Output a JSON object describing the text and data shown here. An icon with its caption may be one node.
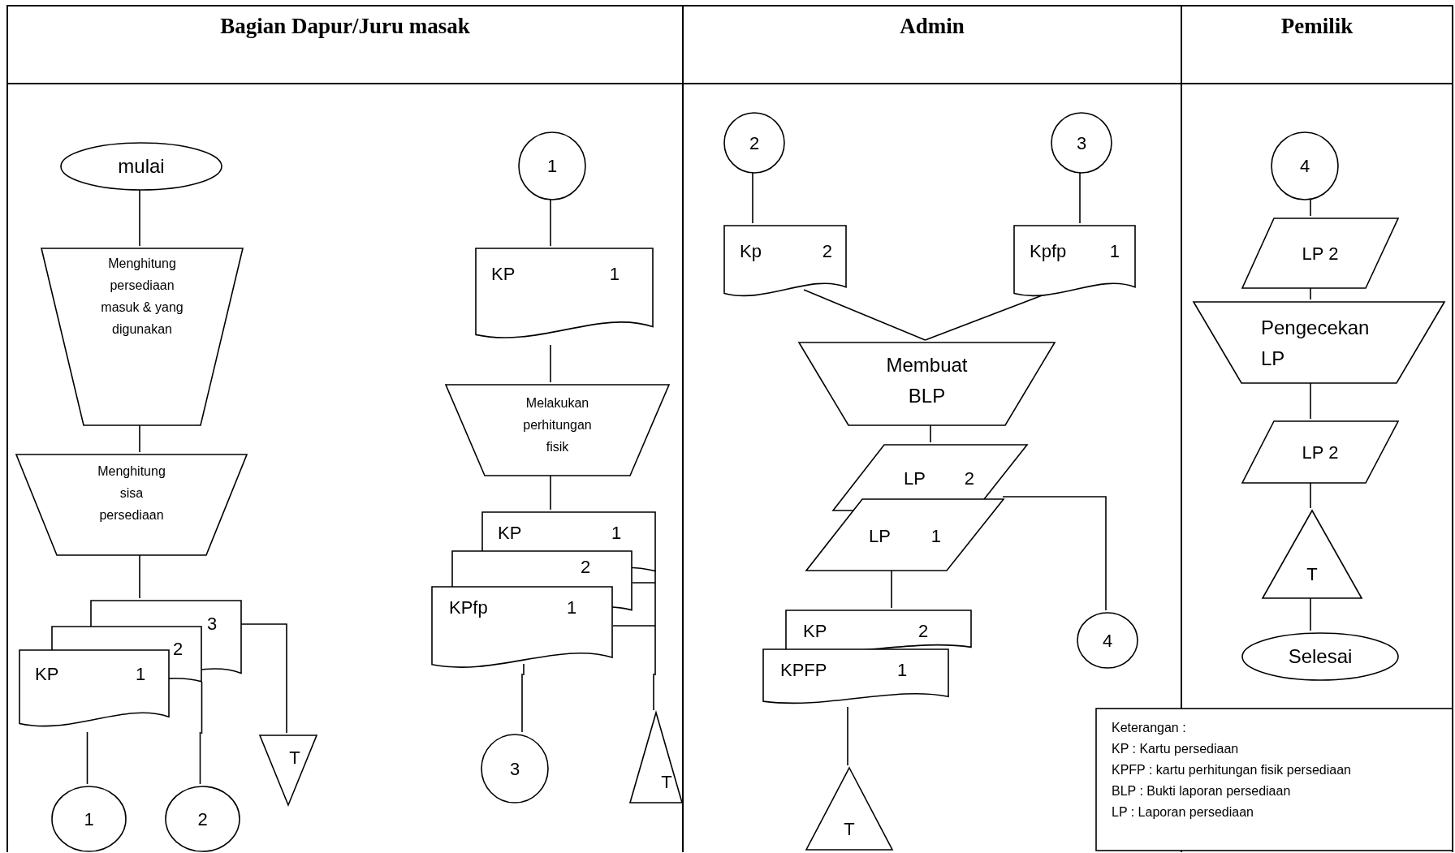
{
  "diagram": {
    "nodes": [
      {
        "text": [
          "Bagian Dapur/Juru masak"
        ]
      },
      {
        "text": [
          "Admin"
        ]
      },
      {
        "text": [
          "Pemilik"
        ]
      },
      {
        "text": [
          "mulai"
        ],
        "in": 0
      },
      {
        "text": [
          "Menghitung persediaan masuk & yang digunakan"
        ],
        "in": 0
      },
      {
        "text": [
          "Menghitung sisa persediaan"
        ],
        "in": 0
      },
      {
        "text": [
          "3",
          "2",
          "KP",
          "1"
        ],
        "in": 0
      },
      {
        "text": [
          "1"
        ],
        "in": 0
      },
      {
        "text": [
          "2"
        ],
        "in": 0
      },
      {
        "text": [
          "T"
        ],
        "in": 0
      },
      {
        "text": [
          "1"
        ],
        "in": 0
      },
      {
        "text": [
          "KP",
          "1"
        ],
        "in": 0
      },
      {
        "text": [
          "Melakukan perhitungan fisik"
        ],
        "in": 0
      },
      {
        "text": [
          "KP",
          "1",
          "2",
          "KPfp",
          "1"
        ],
        "in": 0
      },
      {
        "text": [
          "3"
        ],
        "in": 0
      },
      {
        "text": [
          "T"
        ],
        "in": 0
      },
      {
        "text": [
          "2"
        ],
        "in": 1
      },
      {
        "text": [
          "3"
        ],
        "in": 1
      },
      {
        "text": [
          "Kp",
          "2"
        ],
        "in": 1
      },
      {
        "text": [
          "Kpfp",
          "1"
        ],
        "in": 1
      },
      {
        "text": [
          "Membuat BLP"
        ],
        "in": 1
      },
      {
        "text": [
          "LP",
          "2"
        ],
        "in": 1
      },
      {
        "text": [
          "LP",
          "1"
        ],
        "in": 1
      },
      {
        "text": [
          "4"
        ],
        "in": 1
      },
      {
        "text": [
          "KP",
          "2",
          "KPFP",
          "1"
        ],
        "in": 1
      },
      {
        "text": [
          "T"
        ],
        "in": 1
      },
      {
        "text": [
          "4"
        ],
        "in": 2
      },
      {
        "text": [
          "LP 2"
        ],
        "in": 2
      },
      {
        "text": [
          "Pengecekan LP"
        ],
        "in": 2
      },
      {
        "text": [
          "LP 2"
        ],
        "in": 2
      },
      {
        "text": [
          "T"
        ],
        "in": 2
      },
      {
        "text": [
          "Selesai"
        ],
        "in": 2
      },
      {
        "text": [
          "Keterangan :",
          "KP : Kartu persediaan",
          "KPFP : kartu perhitungan fisik persediaan",
          "BLP : Bukti laporan persediaan",
          "LP : Laporan persediaan"
        ]
      }
    ],
    "edges": [
      {
        "from": 3,
        "to": 4,
        "arrow": "none"
      },
      {
        "from": 4,
        "to": 5,
        "arrow": "none"
      },
      {
        "from": 5,
        "to": 6,
        "arrow": "none"
      },
      {
        "from": 6,
        "to": 7,
        "arrow": "none"
      },
      {
        "from": 6,
        "to": 8,
        "arrow": "none"
      },
      {
        "from": 6,
        "to": 9,
        "arrow": "none"
      },
      {
        "from": 10,
        "to": 11,
        "arrow": "none"
      },
      {
        "from": 11,
        "to": 12,
        "arrow": "none"
      },
      {
        "from": 12,
        "to": 13,
        "arrow": "none"
      },
      {
        "from": 13,
        "to": 15,
        "arrow": "none"
      },
      {
        "from": 13,
        "to": 14,
        "arrow": "none"
      },
      {
        "from": 16,
        "to": 18,
        "arrow": "none"
      },
      {
        "from": 17,
        "to": 19,
        "arrow": "none"
      },
      {
        "from": 18,
        "to": 20,
        "arrow": "none"
      },
      {
        "from": 19,
        "to": 20,
        "arrow": "none"
      },
      {
        "from": 20,
        "to": 21,
        "arrow": "none"
      },
      {
        "from": 22,
        "to": 23,
        "arrow": "none"
      },
      {
        "from": 22,
        "to": 24,
        "arrow": "none"
      },
      {
        "from": 24,
        "to": 25,
        "arrow": "none"
      },
      {
        "from": 26,
        "to": 27,
        "arrow": "none"
      },
      {
        "from": 27,
        "to": 28,
        "arrow": "none"
      },
      {
        "from": 28,
        "to": 29,
        "arrow": "none"
      },
      {
        "from": 29,
        "to": 30,
        "arrow": "none"
      },
      {
        "from": 30,
        "to": 31,
        "arrow": "none"
      }
    ]
  }
}
